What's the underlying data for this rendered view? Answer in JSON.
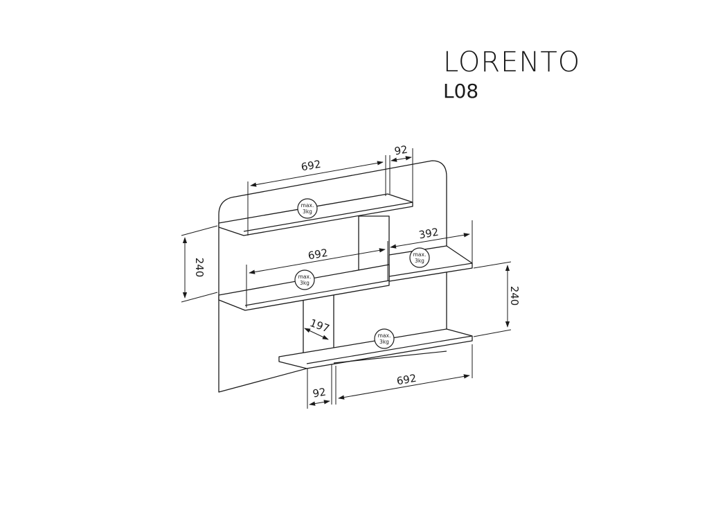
{
  "title": {
    "name": "LORENTO",
    "code": "L08"
  },
  "dimensions": {
    "top_shelf_width": "692",
    "top_offset": "92",
    "middle_right_width": "392",
    "middle_shelf_width": "692",
    "left_height": "240",
    "right_height": "240",
    "bottom_depth": "197",
    "bottom_offset": "92",
    "bottom_shelf_width": "692"
  },
  "load_labels": {
    "line1": "max.",
    "line2": "3kg"
  }
}
